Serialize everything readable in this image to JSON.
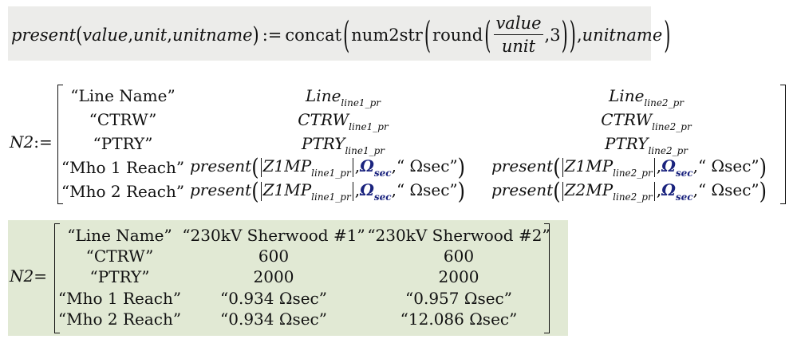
{
  "definition": {
    "fn_name": "present",
    "params": [
      "value",
      "unit",
      "unitname"
    ],
    "assign": ":=",
    "concat": "concat",
    "num2str": "num2str",
    "round": "round",
    "numerator": "value",
    "denominator": "unit",
    "digits": "3",
    "last_arg": "unitname"
  },
  "matrix1": {
    "lhs": "N2",
    "assign": ":=",
    "rows": [
      {
        "col1": "“Line Name”",
        "col2": "Line",
        "col2sub": "line1_pr",
        "col3": "Line",
        "col3sub": "line2_pr"
      },
      {
        "col1": "“CTRW”",
        "col2": "CTRW",
        "col2sub": "line1_pr",
        "col3": "CTRW",
        "col3sub": "line2_pr"
      },
      {
        "col1": "“PTRY”",
        "col2": "PTRY",
        "col2sub": "line1_pr",
        "col3": "PTRY",
        "col3sub": "line2_pr"
      },
      {
        "col1": "“Mho 1 Reach”",
        "fn": "present",
        "col2var": "Z1MP",
        "col2sub": "line1_pr",
        "unit": "Ω",
        "unitsub": "sec",
        "str": "“  Ωsec”",
        "col3var": "Z1MP",
        "col3sub": "line2_pr"
      },
      {
        "col1": "“Mho 2 Reach”",
        "fn": "present",
        "col2var": "Z1MP",
        "col2sub": "line1_pr",
        "unit": "Ω",
        "unitsub": "sec",
        "str": "“  Ωsec”",
        "col3var": "Z2MP",
        "col3sub": "line2_pr"
      }
    ]
  },
  "matrix2": {
    "lhs": "N2",
    "equals": "=",
    "rows": [
      [
        "“Line Name”",
        "“230kV Sherwood #1”",
        "“230kV Sherwood #2”"
      ],
      [
        "“CTRW”",
        "600",
        "600"
      ],
      [
        "“PTRY”",
        "2000",
        "2000"
      ],
      [
        "“Mho 1 Reach”",
        "“0.934  Ωsec”",
        "“0.957  Ωsec”"
      ],
      [
        "“Mho 2 Reach”",
        "“0.934  Ωsec”",
        "“12.086  Ωsec”"
      ]
    ]
  }
}
